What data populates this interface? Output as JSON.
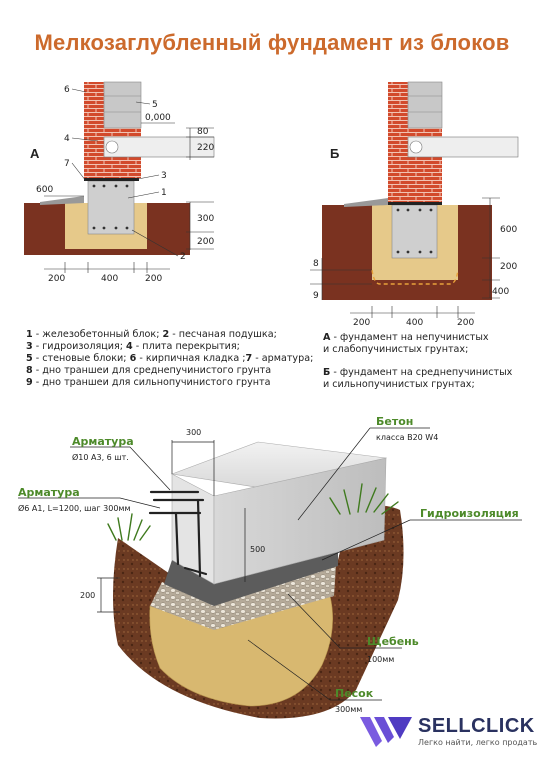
{
  "title": "Мелкозаглубленный фундамент из блоков",
  "diagram_a": {
    "letter": "А",
    "callouts": [
      "6",
      "5",
      "4",
      "7",
      "3",
      "1",
      "2"
    ],
    "level": "0,000",
    "dims": {
      "slab": "80",
      "wall": "220",
      "above_ground": "600",
      "block_depth": "300",
      "cushion": "200",
      "bottom_left": "200",
      "bottom_mid": "400",
      "bottom_right": "200"
    }
  },
  "diagram_b": {
    "letter": "Б",
    "callouts": [
      "8",
      "9"
    ],
    "dims": {
      "depth": "600",
      "cushion": "200",
      "below": "400",
      "bottom_left": "200",
      "bottom_mid": "400",
      "bottom_right": "200"
    }
  },
  "legend_left": [
    {
      "n1": "1",
      "t1": " - железобетонный блок; ",
      "n2": "2",
      "t2": " - песчаная подушка;"
    },
    {
      "n1": "3",
      "t1": " - гидроизоляция; ",
      "n2": "4",
      "t2": " - плита перекрытия;"
    },
    {
      "n1": "5",
      "t1": " - стеновые блоки; ",
      "n2": "6",
      "t2": " - кирпичная кладка ;",
      "n3": "7",
      "t3": " - арматура;"
    },
    {
      "n1": "8",
      "t1": " - дно траншеи для среднепучинистого грунта"
    },
    {
      "n1": "9",
      "t1": " - дно траншеи для сильнопучинистого грунта"
    }
  ],
  "legend_right": {
    "a_letter": "А",
    "a_line1": " - фундамент на непучинистых",
    "a_line2": "и слабопучинистых грунтах;",
    "b_letter": "Б",
    "b_line1": " - фундамент на среднепучинистых",
    "b_line2": "и сильнопучинистых грунтах;"
  },
  "illustration": {
    "rebar_main_label": "Арматура",
    "rebar_main_spec": "Ø10 А3, 6 шт.",
    "rebar_cross_label": "Арматура",
    "rebar_cross_spec": "Ø6 А1, L=1200, шаг 300мм",
    "concrete_label": "Бетон",
    "concrete_spec": "класса В20 W4",
    "waterproof_label": "Гидроизоляция",
    "gravel_label": "Щебень",
    "gravel_spec": "100мм",
    "sand_label": "Песок",
    "sand_spec": "300мм",
    "dim_width": "300",
    "dim_height": "500",
    "dim_depth": "200"
  },
  "brand": {
    "name": "SELLCLICK",
    "tagline": "Легко найти, легко продать"
  },
  "colors": {
    "title": "#cc6a2c",
    "label_green": "#4d8a2a",
    "soil": "#7a3220",
    "brick": "#d24a2c",
    "sand": "#e6c98a",
    "brand": "#2a3260"
  }
}
